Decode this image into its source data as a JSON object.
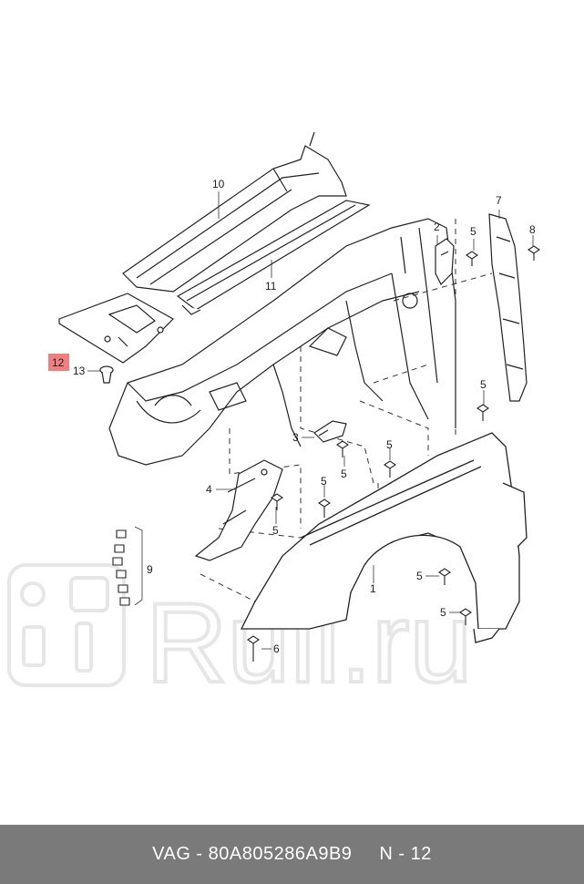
{
  "callouts": {
    "c1": "1",
    "c2": "2",
    "c3": "3",
    "c4": "4",
    "c5": "5",
    "c6": "6",
    "c7": "7",
    "c8": "8",
    "c9": "9",
    "c10": "10",
    "c11": "11",
    "c12": "12",
    "c13": "13"
  },
  "highlight": {
    "callout": "12",
    "color": "#f08080"
  },
  "watermark": {
    "text": "Ruli.ru",
    "color": "#e6e6e6"
  },
  "footer": {
    "part_label": "VAG - 80A805286A9B9",
    "ref_label": "N - 12",
    "background": "#7a7a7a",
    "text_color": "#ffffff"
  }
}
